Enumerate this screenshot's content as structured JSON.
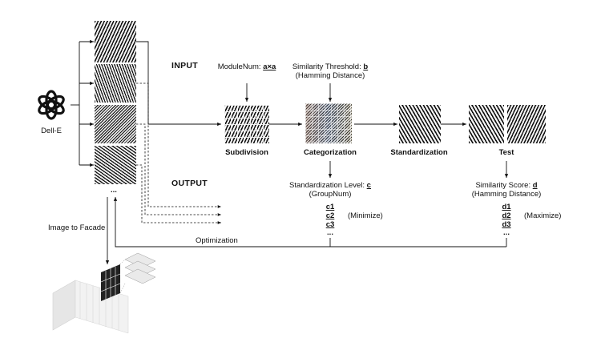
{
  "logo": {
    "name": "Dell-E",
    "icon": "openai-logo-icon"
  },
  "headings": {
    "input": "INPUT",
    "output": "OUTPUT"
  },
  "input_params": {
    "module_num": {
      "prefix": "ModuleNum: ",
      "value": "a×a"
    },
    "similarity_threshold": {
      "prefix": "Similarity Threshold: ",
      "value": "b",
      "sub": "(Hamming Distance)"
    }
  },
  "stages": {
    "subdivision": "Subdivision",
    "categorization": "Categorization",
    "standardization": "Standardization",
    "test": "Test"
  },
  "output_params": {
    "standardization_level": {
      "prefix": "Standardization Level: ",
      "value": "c",
      "sub": "(GroupNum)"
    },
    "similarity_score": {
      "prefix": "Similarity Score: ",
      "value": "d",
      "sub": "(Hamming Distance)"
    }
  },
  "c_values": [
    "c1",
    "c2",
    "c3",
    "..."
  ],
  "d_values": [
    "d1",
    "d2",
    "d3",
    "..."
  ],
  "minimize": "(Minimize)",
  "maximize": "(Maximize)",
  "ellipsis": "...",
  "image_to_facade": "Image to Facade",
  "optimization": "Optimization"
}
